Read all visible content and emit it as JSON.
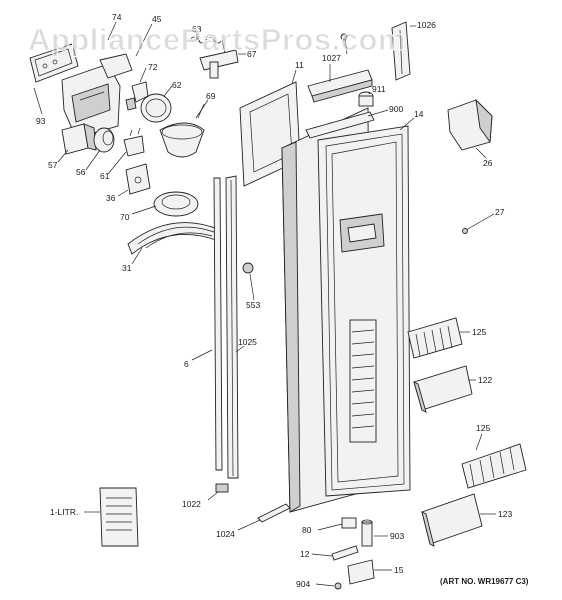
{
  "watermark": "AppliancePartsPros.com",
  "art_number": "(ART NO. WR19677 C3)",
  "callouts": [
    {
      "id": "74",
      "label": "74"
    },
    {
      "id": "45",
      "label": "45"
    },
    {
      "id": "63",
      "label": "63"
    },
    {
      "id": "67",
      "label": "67"
    },
    {
      "id": "1026",
      "label": "1026"
    },
    {
      "id": "72",
      "label": "72"
    },
    {
      "id": "11",
      "label": "11"
    },
    {
      "id": "1027",
      "label": "1027"
    },
    {
      "id": "62",
      "label": "62"
    },
    {
      "id": "911",
      "label": "911"
    },
    {
      "id": "93",
      "label": "93"
    },
    {
      "id": "69",
      "label": "69"
    },
    {
      "id": "900",
      "label": "900"
    },
    {
      "id": "14",
      "label": "14"
    },
    {
      "id": "57",
      "label": "57"
    },
    {
      "id": "56",
      "label": "56"
    },
    {
      "id": "61",
      "label": "61"
    },
    {
      "id": "26",
      "label": "26"
    },
    {
      "id": "36",
      "label": "36"
    },
    {
      "id": "70",
      "label": "70"
    },
    {
      "id": "27",
      "label": "27"
    },
    {
      "id": "31",
      "label": "31"
    },
    {
      "id": "553",
      "label": "553"
    },
    {
      "id": "125a",
      "label": "125"
    },
    {
      "id": "1025",
      "label": "1025"
    },
    {
      "id": "6",
      "label": "6"
    },
    {
      "id": "122",
      "label": "122"
    },
    {
      "id": "125b",
      "label": "125"
    },
    {
      "id": "1022",
      "label": "1022"
    },
    {
      "id": "1litr",
      "label": "1-LITR."
    },
    {
      "id": "123",
      "label": "123"
    },
    {
      "id": "1024",
      "label": "1024"
    },
    {
      "id": "80",
      "label": "80"
    },
    {
      "id": "903",
      "label": "903"
    },
    {
      "id": "12",
      "label": "12"
    },
    {
      "id": "15",
      "label": "15"
    },
    {
      "id": "904",
      "label": "904"
    }
  ]
}
